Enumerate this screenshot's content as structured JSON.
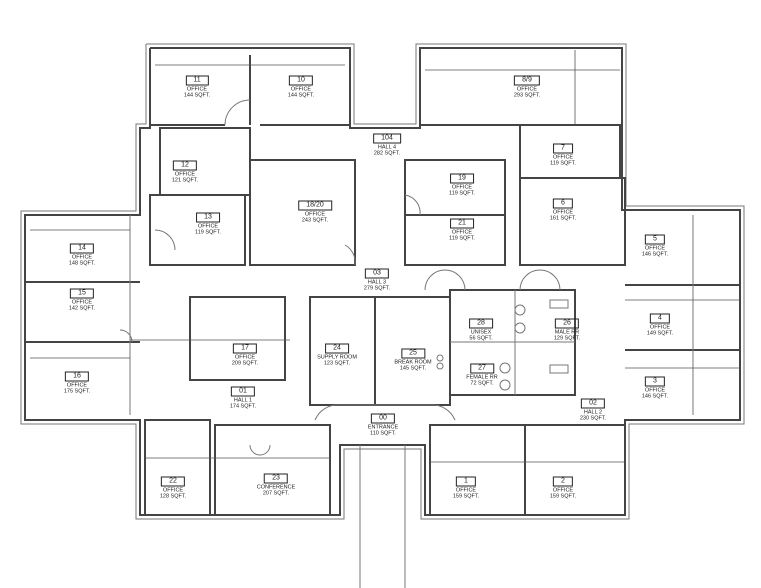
{
  "rooms": [
    {
      "number": "11",
      "name": "OFFICE",
      "area": "144 SQFT."
    },
    {
      "number": "10",
      "name": "OFFICE",
      "area": "144 SQFT."
    },
    {
      "number": "8/9",
      "name": "OFFICE",
      "area": "293 SQFT."
    },
    {
      "number": "104",
      "name": "HALL 4",
      "area": "282 SQFT."
    },
    {
      "number": "7",
      "name": "OFFICE",
      "area": "119 SQFT."
    },
    {
      "number": "12",
      "name": "OFFICE",
      "area": "121 SQFT."
    },
    {
      "number": "18/20",
      "name": "OFFICE",
      "area": "243 SQFT."
    },
    {
      "number": "19",
      "name": "OFFICE",
      "area": "119 SQFT."
    },
    {
      "number": "6",
      "name": "OFFICE",
      "area": "161 SQFT."
    },
    {
      "number": "13",
      "name": "OFFICE",
      "area": "119 SQFT."
    },
    {
      "number": "21",
      "name": "OFFICE",
      "area": "119 SQFT."
    },
    {
      "number": "14",
      "name": "OFFICE",
      "area": "148 SQFT."
    },
    {
      "number": "5",
      "name": "OFFICE",
      "area": "146 SQFT."
    },
    {
      "number": "03",
      "name": "HALL 3",
      "area": "279 SQFT."
    },
    {
      "number": "15",
      "name": "OFFICE",
      "area": "142 SQFT."
    },
    {
      "number": "28",
      "name": "UNISEX",
      "area": "56 SQFT."
    },
    {
      "number": "26",
      "name": "MALE RR",
      "area": "129 SQFT."
    },
    {
      "number": "4",
      "name": "OFFICE",
      "area": "149 SQFT."
    },
    {
      "number": "17",
      "name": "OFFICE",
      "area": "209 SQFT."
    },
    {
      "number": "24",
      "name": "SUPPLY ROOM",
      "area": "123 SQFT."
    },
    {
      "number": "25",
      "name": "BREAK ROOM",
      "area": "145 SQFT."
    },
    {
      "number": "27",
      "name": "FEMALE RR",
      "area": "72 SQFT."
    },
    {
      "number": "16",
      "name": "OFFICE",
      "area": "175 SQFT."
    },
    {
      "number": "3",
      "name": "OFFICE",
      "area": "146 SQFT."
    },
    {
      "number": "01",
      "name": "HALL 1",
      "area": "174 SQFT."
    },
    {
      "number": "02",
      "name": "HALL 2",
      "area": "230 SQFT."
    },
    {
      "number": "00",
      "name": "ENTRANCE",
      "area": "110 SQFT."
    },
    {
      "number": "22",
      "name": "OFFICE",
      "area": "128 SQFT."
    },
    {
      "number": "23",
      "name": "CONFERENCE",
      "area": "207 SQFT."
    },
    {
      "number": "1",
      "name": "OFFICE",
      "area": "159 SQFT."
    },
    {
      "number": "2",
      "name": "OFFICE",
      "area": "159 SQFT."
    }
  ],
  "colors": {
    "walls": "#444444",
    "background": "#ffffff"
  }
}
